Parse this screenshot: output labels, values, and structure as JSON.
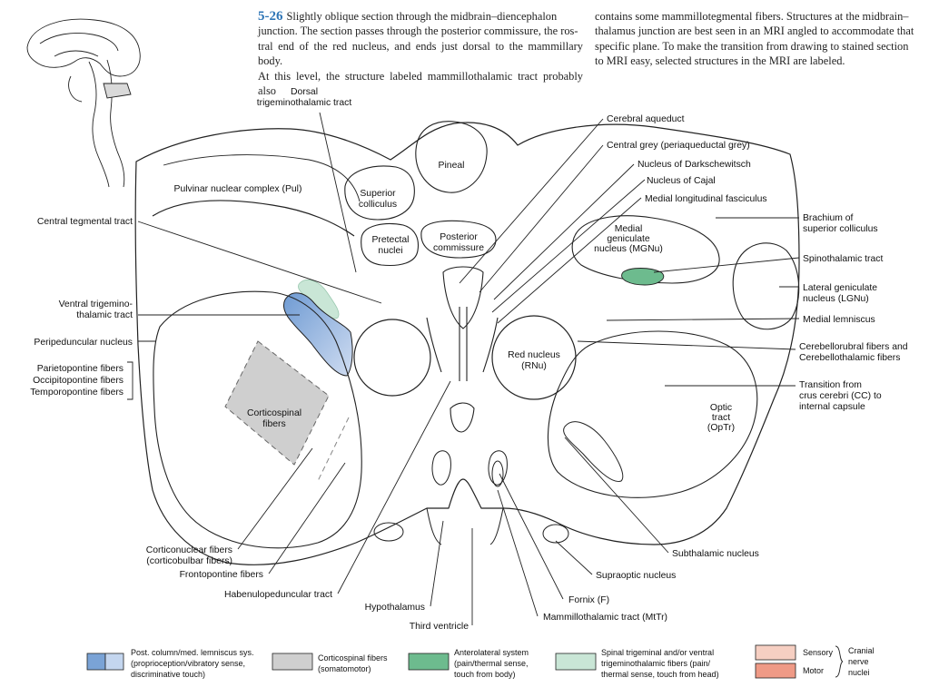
{
  "caption": {
    "figure_number": "5-26",
    "left_lines": [
      "Slightly oblique section through the midbrain–diencephalon",
      "junction. The section passes through the posterior commissure, the ros-",
      "tral end of the red nucleus, and ends just dorsal to the mammillary body.",
      "At this level, the structure labeled mammillothalamic tract probably also"
    ],
    "right_lines": [
      "contains some mammillotegmental fibers. Structures at the midbrain–",
      "thalamus junction are best seen in an MRI angled to accommodate that",
      "specific plane. To make the transition from drawing to stained section",
      "to MRI easy, selected structures in the MRI are labeled."
    ]
  },
  "structures": {
    "pineal": "Pineal",
    "superior_colliculus": [
      "Superior",
      "colliculus"
    ],
    "pulvinar": "Pulvinar nuclear complex (Pul)",
    "pretectal_nuclei": [
      "Pretectal",
      "nuclei"
    ],
    "posterior_commissure": [
      "Posterior",
      "commissure"
    ],
    "medial_geniculate": [
      "Medial",
      "geniculate",
      "nucleus (MGNu)"
    ],
    "red_nucleus": [
      "Red nucleus",
      "(RNu)"
    ],
    "corticospinal": [
      "Corticospinal",
      "fibers"
    ],
    "optic_tract": [
      "Optic",
      "tract",
      "(OpTr)"
    ]
  },
  "labels": {
    "dorsal_trigeminothalamic": [
      "Dorsal",
      "trigeminothalamic tract"
    ],
    "cerebral_aqueduct": "Cerebral aqueduct",
    "central_grey": "Central grey (periaqueductal grey)",
    "darkschewitsch": "Nucleus of Darkschewitsch",
    "cajal": "Nucleus of Cajal",
    "mlf": "Medial longitudinal fasciculus",
    "brachium_sc": [
      "Brachium of",
      "superior colliculus"
    ],
    "spinothalamic": "Spinothalamic tract",
    "lgn": [
      "Lateral geniculate",
      "nucleus (LGNu)"
    ],
    "medial_lemniscus": "Medial lemniscus",
    "cerebellorubral": [
      "Cerebellorubral fibers and",
      "Cerebellothalamic fibers"
    ],
    "transition_cc": [
      "Transition from",
      "crus cerebri (CC) to",
      "internal capsule"
    ],
    "subthalamic": "Subthalamic nucleus",
    "supraoptic": "Supraoptic nucleus",
    "fornix": "Fornix (F)",
    "mtt": "Mammillothalamic tract (MtTr)",
    "third_ventricle": "Third ventricle",
    "hypothalamus": "Hypothalamus",
    "habenulopeduncular": "Habenulopeduncular tract",
    "frontopontine": "Frontopontine fibers",
    "corticonuclear": [
      "Corticonuclear fibers",
      "(corticobulbar fibers)"
    ],
    "pontine_fibers": [
      "Parietopontine fibers",
      "Occipitopontine fibers",
      "Temporopontine fibers"
    ],
    "peripeduncular": "Peripeduncular nucleus",
    "ventral_trigeminothalamic": [
      "Ventral trigemino-",
      "thalamic tract"
    ],
    "central_tegmental": "Central tegmental tract"
  },
  "legend": {
    "post_column": [
      "Post. column/med. lemniscus sys.",
      "(proprioception/vibratory sense,",
      "discriminative touch)"
    ],
    "corticospinal": [
      "Corticospinal fibers",
      "(somatomotor)"
    ],
    "anterolateral": [
      "Anterolateral system",
      "(pain/thermal sense,",
      "touch from body)"
    ],
    "spinal_trigeminal": [
      "Spinal trigeminal and/or ventral",
      "trigeminothalamic fibers (pain/",
      "thermal sense, touch from head)"
    ],
    "sensory": "Sensory",
    "motor": "Motor",
    "cranial_nerve_nuclei": [
      "Cranial",
      "nerve",
      "nuclei"
    ]
  },
  "colors": {
    "figure_number": "#2f76b7",
    "post_column_dark": "#7aa3d6",
    "post_column_light": "#c4d6ef",
    "corticospinal": "#cfcfcf",
    "anterolateral": "#6dbb8e",
    "spinal_trigeminal": "#c9e6d6",
    "sensory": "#f6cfc2",
    "motor": "#ef9a86"
  }
}
